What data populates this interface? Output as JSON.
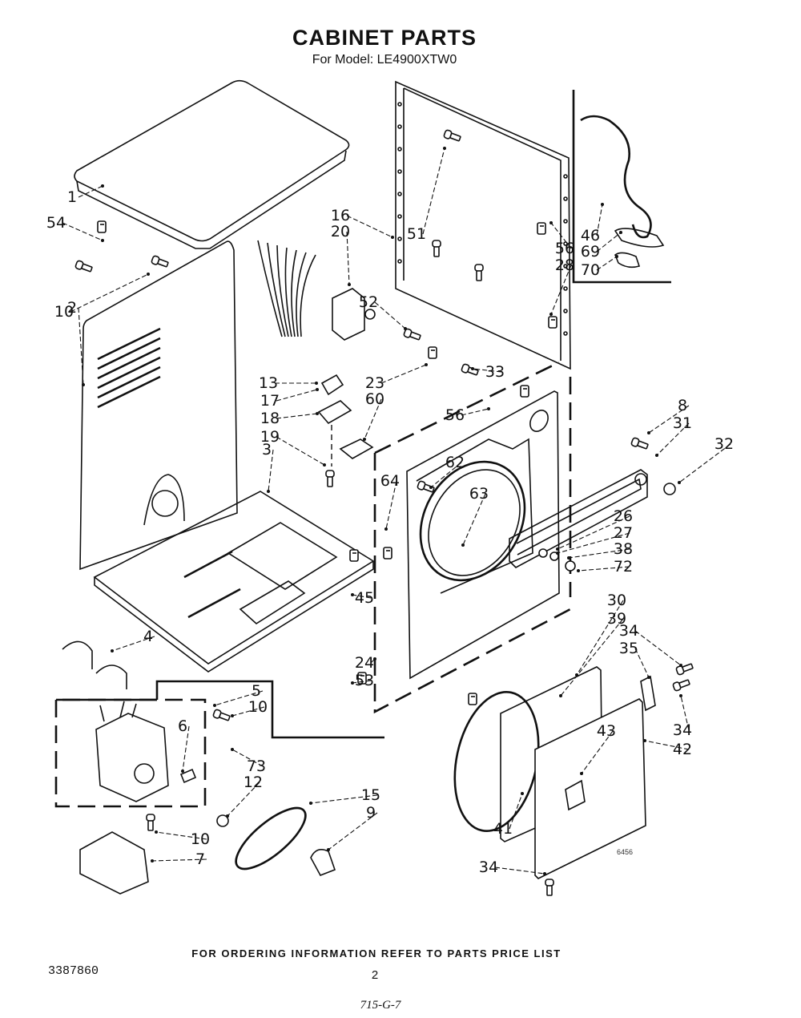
{
  "header": {
    "title": "CABINET PARTS",
    "model_line": "For Model: LE4900XTW0"
  },
  "footer": {
    "ordering_note": "FOR ORDERING INFORMATION REFER TO PARTS PRICE LIST",
    "document_number": "3387860",
    "page_number": "2",
    "revision_code": "715-G-7",
    "art_code": "6456"
  },
  "diagram": {
    "sections": [
      "top-panel",
      "side-panel",
      "harness-and-controls",
      "rear-panel",
      "power-cord-kit",
      "front-panel",
      "control-console",
      "base",
      "motor-assembly",
      "belt-and-idler",
      "door-assembly"
    ],
    "callouts": [
      {
        "id": "1",
        "part": "top-panel"
      },
      {
        "id": "54",
        "part": "top-clip"
      },
      {
        "id": "10",
        "part": "screw-side-panel"
      },
      {
        "id": "2",
        "part": "side-panel"
      },
      {
        "id": "16",
        "part": "rear-panel"
      },
      {
        "id": "20",
        "part": "rear-panel-component"
      },
      {
        "id": "52",
        "part": "screw-timer"
      },
      {
        "id": "51",
        "part": "screw-rear-panel"
      },
      {
        "id": "56",
        "part": "clip-rear-panel"
      },
      {
        "id": "28",
        "part": "clip-rear-corner"
      },
      {
        "id": "46",
        "part": "power-cord"
      },
      {
        "id": "69",
        "part": "cord-clamp"
      },
      {
        "id": "70",
        "part": "cord-clamp-small"
      },
      {
        "id": "13",
        "part": "wire-harness"
      },
      {
        "id": "17",
        "part": "door-switch"
      },
      {
        "id": "18",
        "part": "switch-bracket"
      },
      {
        "id": "19",
        "part": "screw-switch"
      },
      {
        "id": "3",
        "part": "base"
      },
      {
        "id": "23",
        "part": "bracket"
      },
      {
        "id": "60",
        "part": "switch"
      },
      {
        "id": "33",
        "part": "screw-bracket"
      },
      {
        "id": "56",
        "part": "clip-front-panel"
      },
      {
        "id": "8",
        "part": "screw-console"
      },
      {
        "id": "31",
        "part": "control-console"
      },
      {
        "id": "32",
        "part": "knob"
      },
      {
        "id": "26",
        "part": "door-stop"
      },
      {
        "id": "27",
        "part": "door-seal"
      },
      {
        "id": "38",
        "part": "door-strike-clip"
      },
      {
        "id": "72",
        "part": "indicator-lens"
      },
      {
        "id": "62",
        "part": "lamp-socket"
      },
      {
        "id": "63",
        "part": "washer"
      },
      {
        "id": "64",
        "part": "nut"
      },
      {
        "id": "45",
        "part": "leveling-leg"
      },
      {
        "id": "24",
        "part": "front-panel"
      },
      {
        "id": "53",
        "part": "front-panel-clip"
      },
      {
        "id": "4",
        "part": "motor-clamps"
      },
      {
        "id": "5",
        "part": "motor-assembly"
      },
      {
        "id": "10",
        "part": "screw-motor-mount"
      },
      {
        "id": "6",
        "part": "motor-switch"
      },
      {
        "id": "73",
        "part": "wire-tie"
      },
      {
        "id": "12",
        "part": "motor-pulley"
      },
      {
        "id": "15",
        "part": "drive-belt"
      },
      {
        "id": "9",
        "part": "idler-pulley"
      },
      {
        "id": "10",
        "part": "screw-motor-bracket"
      },
      {
        "id": "7",
        "part": "motor-bracket"
      },
      {
        "id": "30",
        "part": "door-hinge"
      },
      {
        "id": "39",
        "part": "door-gasket"
      },
      {
        "id": "34",
        "part": "hinge-screw-upper"
      },
      {
        "id": "35",
        "part": "hinge"
      },
      {
        "id": "34",
        "part": "hinge-screw-lower"
      },
      {
        "id": "42",
        "part": "door-outer-panel"
      },
      {
        "id": "43",
        "part": "door-handle"
      },
      {
        "id": "41",
        "part": "door-inner-panel"
      },
      {
        "id": "34",
        "part": "door-bottom-screw"
      }
    ]
  }
}
